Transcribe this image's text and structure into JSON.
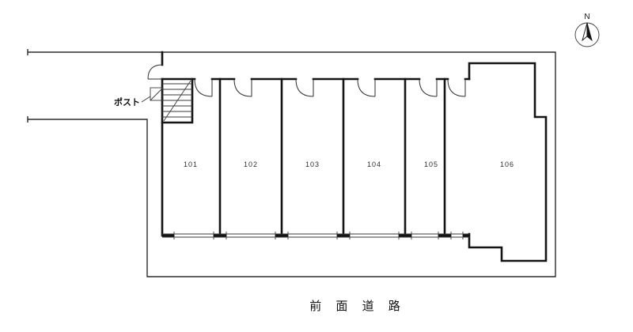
{
  "colors": {
    "wall": "#141414",
    "thin_line": "#3a3a3a",
    "background": "#ffffff"
  },
  "compass": {
    "label": "N"
  },
  "labels": {
    "post": "ポスト",
    "front_road": "前 面 道 路"
  },
  "rooms": [
    {
      "number": "101"
    },
    {
      "number": "102"
    },
    {
      "number": "103"
    },
    {
      "number": "104"
    },
    {
      "number": "105"
    },
    {
      "number": "106"
    }
  ]
}
